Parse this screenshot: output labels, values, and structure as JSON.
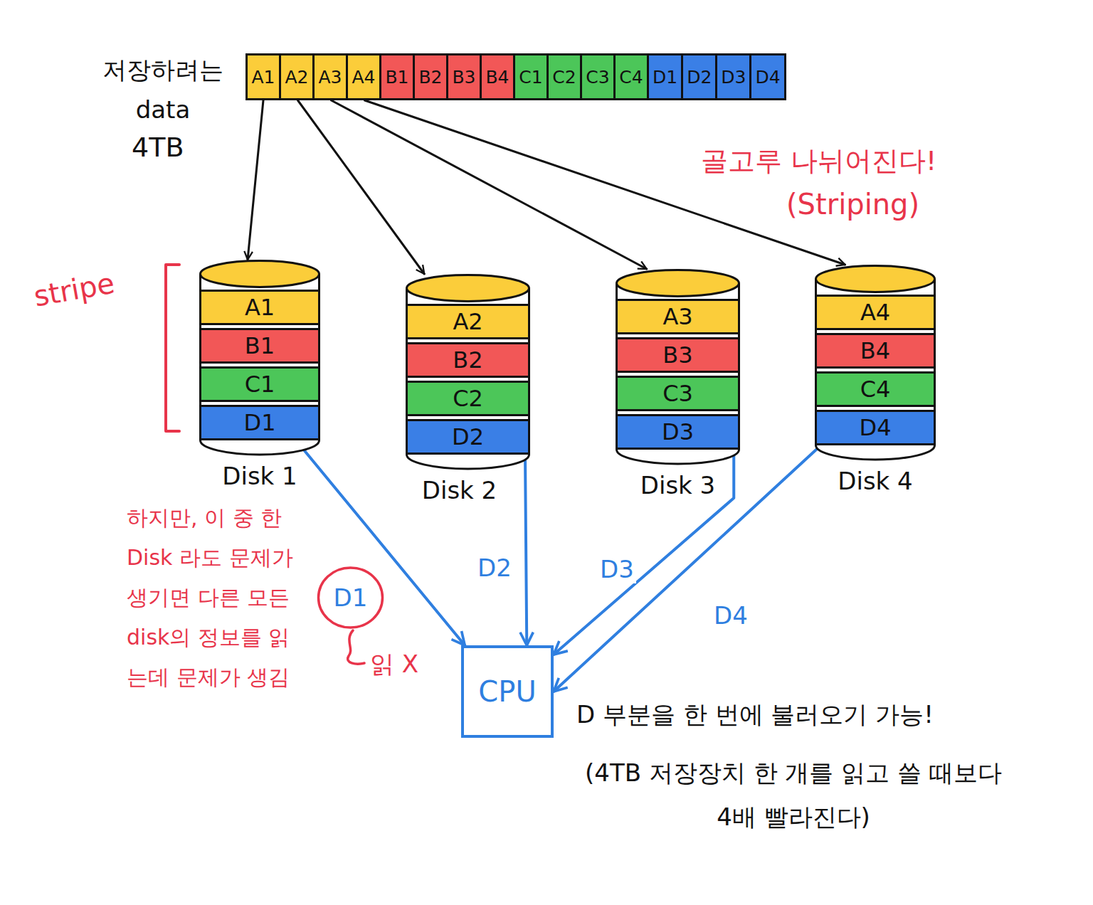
{
  "diagram": {
    "nodes": [
      {
        "text": [
          "A1"
        ]
      },
      {
        "text": [
          "A2"
        ]
      },
      {
        "text": [
          "A3"
        ]
      },
      {
        "text": [
          "A4"
        ]
      },
      {
        "text": [
          "B1"
        ]
      },
      {
        "text": [
          "B2"
        ]
      },
      {
        "text": [
          "B3"
        ]
      },
      {
        "text": [
          "B4"
        ]
      },
      {
        "text": [
          "C1"
        ]
      },
      {
        "text": [
          "C2"
        ]
      },
      {
        "text": [
          "C3"
        ]
      },
      {
        "text": [
          "C4"
        ]
      },
      {
        "text": [
          "D1"
        ]
      },
      {
        "text": [
          "D2"
        ]
      },
      {
        "text": [
          "D3"
        ]
      },
      {
        "text": [
          "D4"
        ]
      },
      {
        "text": [
          "Disk 1"
        ]
      },
      {
        "text": [
          "A1"
        ],
        "in": 16
      },
      {
        "text": [
          "B1"
        ],
        "in": 16
      },
      {
        "text": [
          "C1"
        ],
        "in": 16
      },
      {
        "text": [
          "D1"
        ],
        "in": 16
      },
      {
        "text": [
          "Disk 2"
        ]
      },
      {
        "text": [
          "A2"
        ],
        "in": 21
      },
      {
        "text": [
          "B2"
        ],
        "in": 21
      },
      {
        "text": [
          "C2"
        ],
        "in": 21
      },
      {
        "text": [
          "D2"
        ],
        "in": 21
      },
      {
        "text": [
          "Disk 3"
        ]
      },
      {
        "text": [
          "A3"
        ],
        "in": 26
      },
      {
        "text": [
          "B3"
        ],
        "in": 26
      },
      {
        "text": [
          "C3"
        ],
        "in": 26
      },
      {
        "text": [
          "D3"
        ],
        "in": 26
      },
      {
        "text": [
          "Disk 4"
        ]
      },
      {
        "text": [
          "A4"
        ],
        "in": 31
      },
      {
        "text": [
          "B4"
        ],
        "in": 31
      },
      {
        "text": [
          "C4"
        ],
        "in": 31
      },
      {
        "text": [
          "D4"
        ],
        "in": 31
      },
      {
        "text": [
          "D1"
        ]
      },
      {
        "text": [
          "CPU"
        ]
      }
    ],
    "edges": [
      {
        "from": 0,
        "to": 16,
        "arrow": "to"
      },
      {
        "from": 1,
        "to": 21,
        "arrow": "to"
      },
      {
        "from": 2,
        "to": 26,
        "arrow": "to"
      },
      {
        "from": 3,
        "to": 31,
        "arrow": "to"
      },
      {
        "from": 20,
        "to": 37,
        "arrow": "to"
      },
      {
        "from": 25,
        "to": 37,
        "label": "D2",
        "arrow": "to"
      },
      {
        "from": 30,
        "to": 37,
        "label": "D3",
        "arrow": "to"
      },
      {
        "from": 35,
        "to": 37,
        "label": "D4",
        "arrow": "to"
      }
    ],
    "labels": [
      "저장하려는 data",
      "4TB",
      "골고루 나뉘어진다!",
      "(Striping)",
      "stripe",
      "하지만, 이 중 한 Disk 라도 문제가 생기면 다른 모든 disk의 정보를 읽는데 문제가 생김",
      "읽 X",
      "D 부분을 한 번에 불러오기 가능!",
      "(4TB 저장장치 한 개를 읽고 쓸 때보다 4배 빨라진다)"
    ]
  }
}
